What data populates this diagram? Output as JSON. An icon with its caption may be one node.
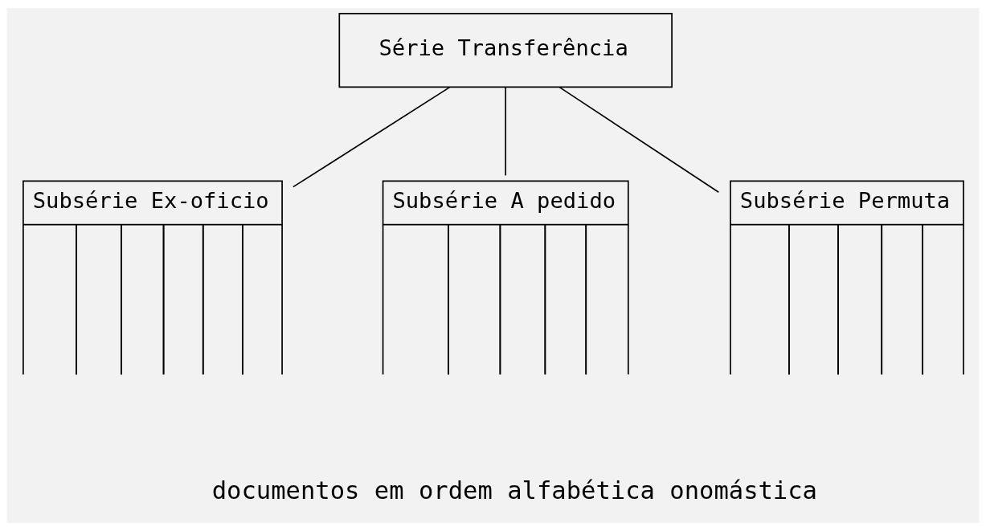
{
  "diagram": {
    "nodes": [
      {
        "text": [
          "Série Transferência"
        ]
      },
      {
        "text": [
          "Subsérie Ex-oficio"
        ]
      },
      {
        "text": [
          "Subsérie A pedido"
        ]
      },
      {
        "text": [
          "Subsérie Permuta"
        ]
      }
    ],
    "edges": [
      {
        "from": 0,
        "to": 1,
        "arrow": "none"
      },
      {
        "from": 0,
        "to": 2,
        "arrow": "none"
      },
      {
        "from": 0,
        "to": 3,
        "arrow": "none"
      }
    ],
    "labels": [
      "documentos em ordem alfabética onomástica"
    ]
  }
}
